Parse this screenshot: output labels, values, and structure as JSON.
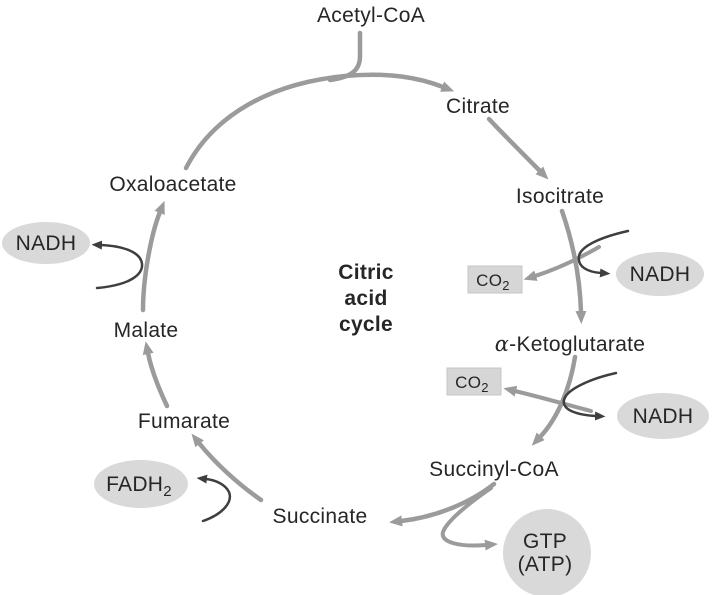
{
  "figure": {
    "center_label": {
      "line1": "Citric",
      "line2": "acid",
      "line3": "cycle"
    },
    "metabolites": {
      "acetyl_coa": "Acetyl-CoA",
      "citrate": "Citrate",
      "isocitrate": "Isocitrate",
      "alpha_ketoglutarate": {
        "alpha": "α",
        "rest": "-Ketoglutarate"
      },
      "succinyl_coa": "Succinyl-CoA",
      "succinate": "Succinate",
      "fumarate": "Fumarate",
      "malate": "Malate",
      "oxaloacetate": "Oxaloacetate"
    },
    "cofactors": {
      "nadh_at_oxaloacetate": "NADH",
      "nadh_at_isocitrate": "NADH",
      "nadh_at_ketoglutarate": "NADH",
      "fadh2": {
        "base": "FADH",
        "sub": "2"
      },
      "gtp": {
        "line1": "GTP",
        "line2": "(ATP)"
      },
      "co2_at_isocitrate": {
        "base": "CO",
        "sub": "2"
      },
      "co2_at_ketoglutarate": {
        "base": "CO",
        "sub": "2"
      }
    },
    "colors": {
      "main_arrow": "#9b9b9b",
      "cofactor_arrow": "#3f3f3f",
      "bubble_fill": "#d9d9d9",
      "co2_box_fill": "#d6d6d6",
      "text": "#262626",
      "background": "#ffffff"
    }
  }
}
